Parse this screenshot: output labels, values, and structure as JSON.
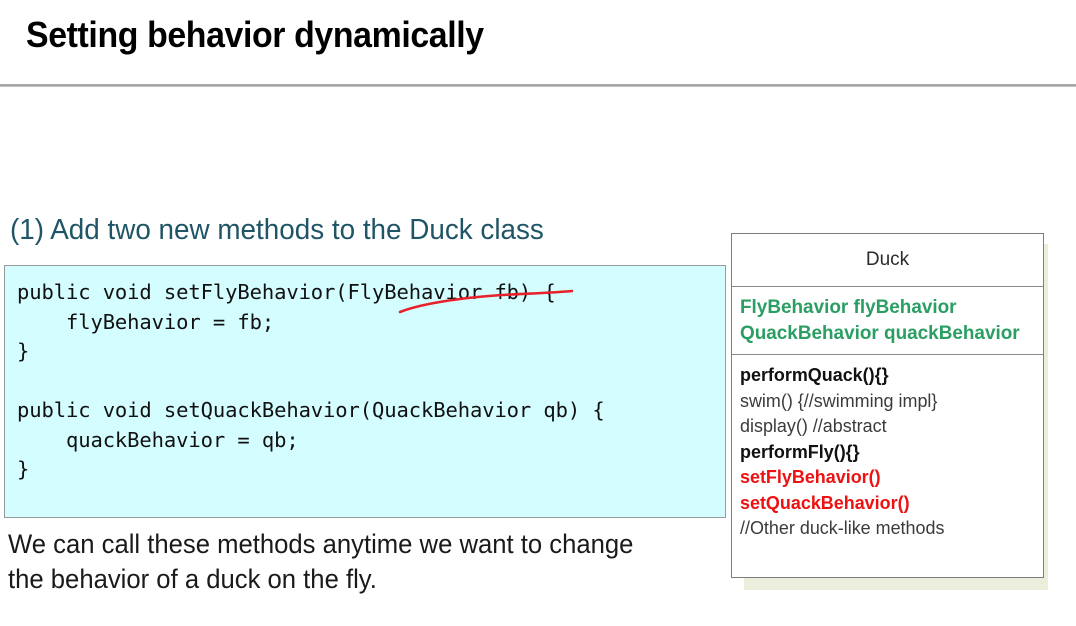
{
  "slide": {
    "title": "Setting behavior dynamically",
    "step_heading": "(1) Add two new methods to the Duck class",
    "body_text": "We can call these methods anytime we want to change the behavior of a duck on the fly.",
    "code": "public void setFlyBehavior(FlyBehavior fb) {\n    flyBehavior = fb;\n}\n\npublic void setQuackBehavior(QuackBehavior qb) {\n    quackBehavior = qb;\n}",
    "annotation": {
      "kind": "red-strikethrough-mark",
      "target_text": "FlyBehavior",
      "color": "#ee1111"
    }
  },
  "uml": {
    "class_name": "Duck",
    "attributes": [
      "FlyBehavior flyBehavior",
      "QuackBehavior quackBehavior"
    ],
    "methods": [
      {
        "label": "performQuack(){}",
        "style": "m-bold"
      },
      {
        "label": "swim() {//swimming impl}",
        "style": "m-normal"
      },
      {
        "label": "display() //abstract",
        "style": "m-normal"
      },
      {
        "label": "performFly(){}",
        "style": "m-bold"
      },
      {
        "label": "setFlyBehavior()",
        "style": "m-red"
      },
      {
        "label": "setQuackBehavior()",
        "style": "m-red"
      },
      {
        "label": "//Other duck-like methods",
        "style": "m-comment"
      }
    ]
  },
  "colors": {
    "code_background": "#d4fdff",
    "code_border": "#9a9a9a",
    "heading_teal": "#1f5566",
    "attribute_green": "#2b9e63",
    "highlight_red": "#ee1111",
    "uml_shadow": "#eaeedb",
    "rule_gray": "#9d9d9d"
  }
}
